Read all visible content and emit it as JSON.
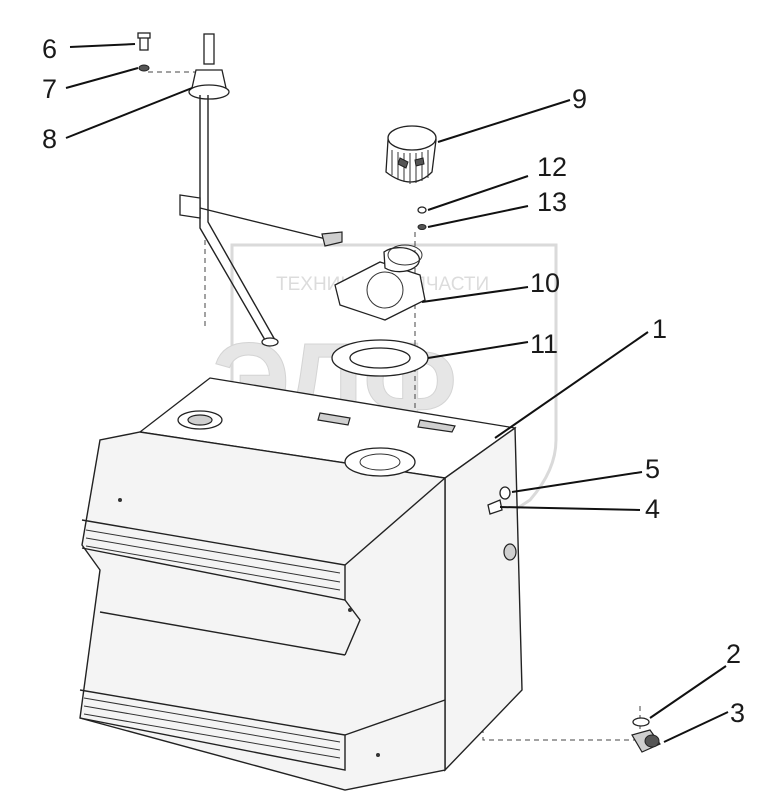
{
  "watermark": {
    "company_text": "ТЕХНИКА И ЗАПЧАСТИ",
    "logo_text": "ЭЛФ"
  },
  "callouts": [
    {
      "id": "1",
      "label": "1"
    },
    {
      "id": "2",
      "label": "2"
    },
    {
      "id": "3",
      "label": "3"
    },
    {
      "id": "4",
      "label": "4"
    },
    {
      "id": "5",
      "label": "5"
    },
    {
      "id": "6",
      "label": "6"
    },
    {
      "id": "7",
      "label": "7"
    },
    {
      "id": "8",
      "label": "8"
    },
    {
      "id": "9",
      "label": "9"
    },
    {
      "id": "10",
      "label": "10"
    },
    {
      "id": "11",
      "label": "11"
    },
    {
      "id": "12",
      "label": "12"
    },
    {
      "id": "13",
      "label": "13"
    }
  ],
  "colors": {
    "line": "#222222",
    "watermark": "#d9d9d9",
    "background": "#ffffff"
  }
}
